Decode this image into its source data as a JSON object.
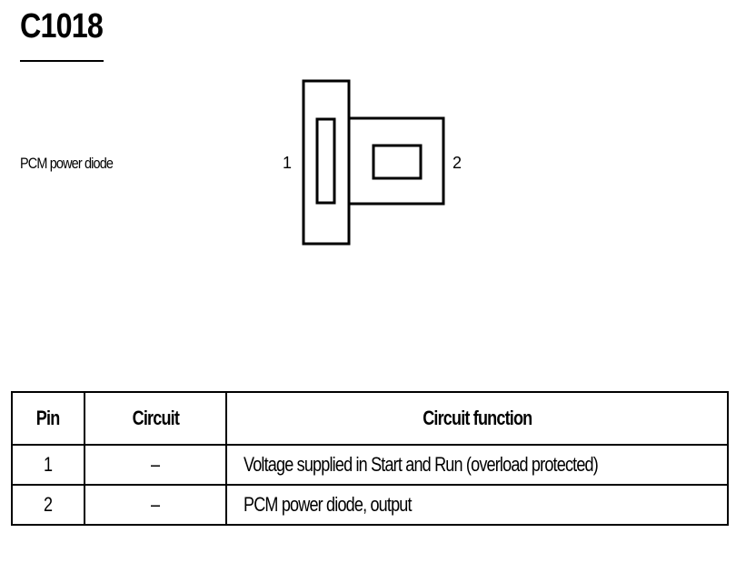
{
  "title": "C1018",
  "component_label": "PCM power diode",
  "connector": {
    "pin_left": "1",
    "pin_right": "2"
  },
  "table": {
    "headers": [
      "Pin",
      "Circuit",
      "Circuit function"
    ],
    "rows": [
      {
        "pin": "1",
        "circuit": "–",
        "function": "Voltage supplied in Start and Run (overload protected)"
      },
      {
        "pin": "2",
        "circuit": "–",
        "function": "PCM power diode, output"
      }
    ]
  }
}
